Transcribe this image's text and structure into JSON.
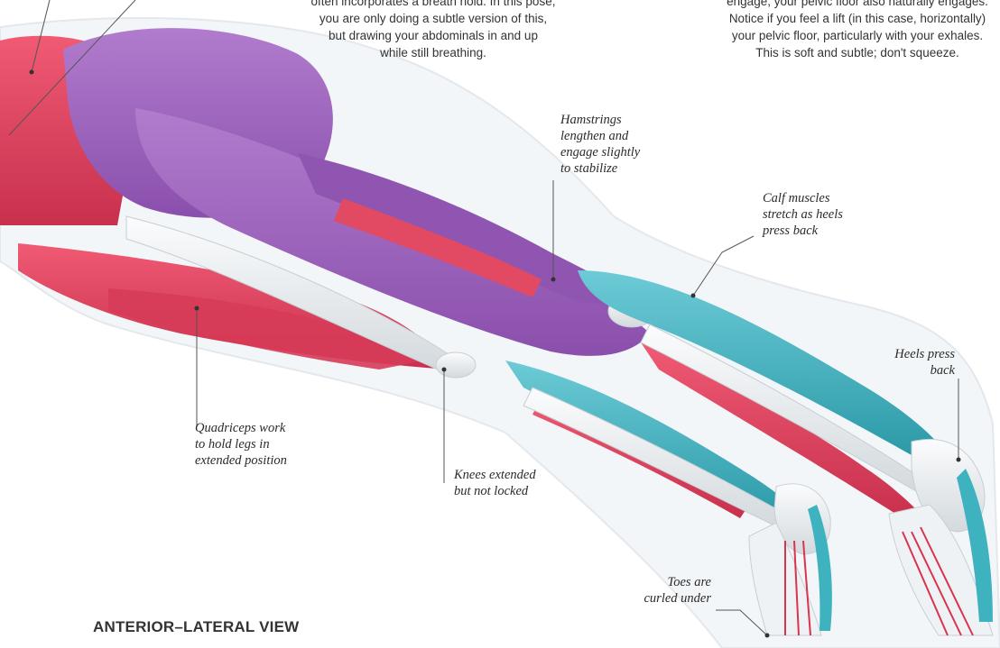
{
  "intro_left": {
    "lines": [
      "often incorporates a breath hold. In this pose,",
      "you are only doing a subtle version of this,",
      "but drawing your abdominals in and up",
      "while still breathing."
    ]
  },
  "intro_right": {
    "lines": [
      "engage, your pelvic floor also naturally engages.",
      "Notice if you feel a lift (in this case, horizontally)",
      "your pelvic floor, particularly with your exhales.",
      "This is soft and subtle; don't squeeze."
    ]
  },
  "callouts": {
    "hamstrings": [
      "Hamstrings",
      "lengthen and",
      "engage slightly",
      "to stabilize"
    ],
    "calf": [
      "Calf muscles",
      "stretch as heels",
      "press back"
    ],
    "heels": [
      "Heels press",
      "back"
    ],
    "quadriceps": [
      "Quadriceps work",
      "to hold legs in",
      "extended position"
    ],
    "knees": [
      "Knees extended",
      "but not locked"
    ],
    "toes": [
      "Toes are",
      "curled under"
    ]
  },
  "view_title": "ANTERIOR–LATERAL VIEW",
  "colors": {
    "muscle_red": "#e8435f",
    "muscle_purple": "#9a5fb8",
    "muscle_teal": "#3fb2c0",
    "bone": "#e9ecee",
    "skin_outline": "#d6dde2",
    "leader_line": "#555555"
  }
}
